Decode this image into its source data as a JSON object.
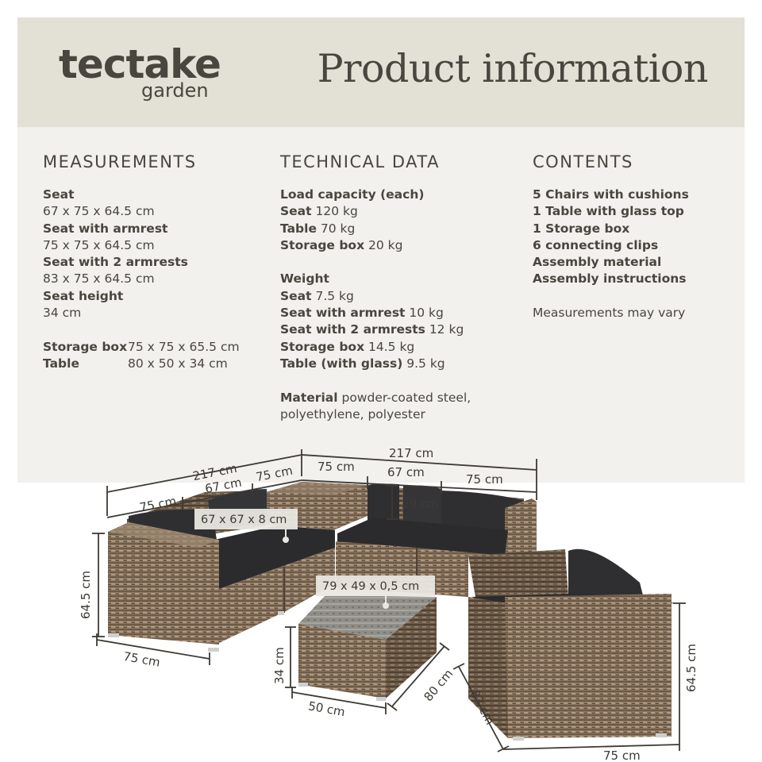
{
  "brand": {
    "name": "tectake",
    "sub": "garden"
  },
  "title": "Product information",
  "measurements": {
    "heading": "MEASUREMENTS",
    "items": [
      {
        "label": "Seat",
        "value": "67 x 75 x 64.5 cm"
      },
      {
        "label": "Seat with armrest",
        "value": "75 x 75 x 64.5 cm"
      },
      {
        "label": "Seat with 2 armrests",
        "value": "83 x 75 x 64.5 cm"
      },
      {
        "label": "Seat height",
        "value": "34 cm"
      }
    ],
    "extra": [
      {
        "label": "Storage box",
        "value": "75 x 75 x 65.5 cm"
      },
      {
        "label": "Table",
        "value": "80 x 50 x 34 cm"
      }
    ]
  },
  "technical": {
    "heading": "TECHNICAL DATA",
    "load_title": "Load capacity (each)",
    "load": [
      {
        "label": "Seat",
        "value": "120 kg"
      },
      {
        "label": "Table",
        "value": "70 kg"
      },
      {
        "label": "Storage box",
        "value": "20 kg"
      }
    ],
    "weight_title": "Weight",
    "weight": [
      {
        "label": "Seat",
        "value": " 7.5 kg"
      },
      {
        "label": "Seat with armrest",
        "value": "10 kg"
      },
      {
        "label": "Seat with 2 armrests",
        "value": "12 kg"
      },
      {
        "label": "Storage box",
        "value": "14.5 kg"
      },
      {
        "label": "Table (with glass)",
        "value": "9.5 kg"
      }
    ],
    "material_label": "Material",
    "material_value_1": "powder-coated steel,",
    "material_value_2": "polyethylene, polyester"
  },
  "contents": {
    "heading": "CONTENTS",
    "items": [
      "5 Chairs with cushions",
      "1 Table with glass top",
      "1 Storage box",
      "6 connecting clips",
      "Assembly material",
      "Assembly instructions"
    ],
    "note": "Measurements may vary"
  },
  "dimensions": {
    "total_left": "217 cm",
    "total_right": "217 cm",
    "left_a": "75 cm",
    "left_b": "67 cm",
    "left_c": "75 cm",
    "right_a": "75 cm",
    "right_b": "67 cm",
    "right_c": "75 cm",
    "back_height": "29 cm",
    "cushion": "67 x 67 x 8 cm",
    "glass": "79 x 49 x 0,5 cm",
    "height_left": "64.5 cm",
    "depth_left": "75 cm",
    "table_height": "34 cm",
    "table_width": "50 cm",
    "table_depth": "80 cm",
    "chair_depth": "83 cm",
    "chair_height": "64.5 cm",
    "chair_width": "75 cm"
  },
  "colors": {
    "header_bg": "#e3e0d6",
    "panel_bg": "#f2f1ed",
    "text": "#4a463f",
    "rattan": "#8a7560",
    "cushion": "#2f2f31"
  }
}
